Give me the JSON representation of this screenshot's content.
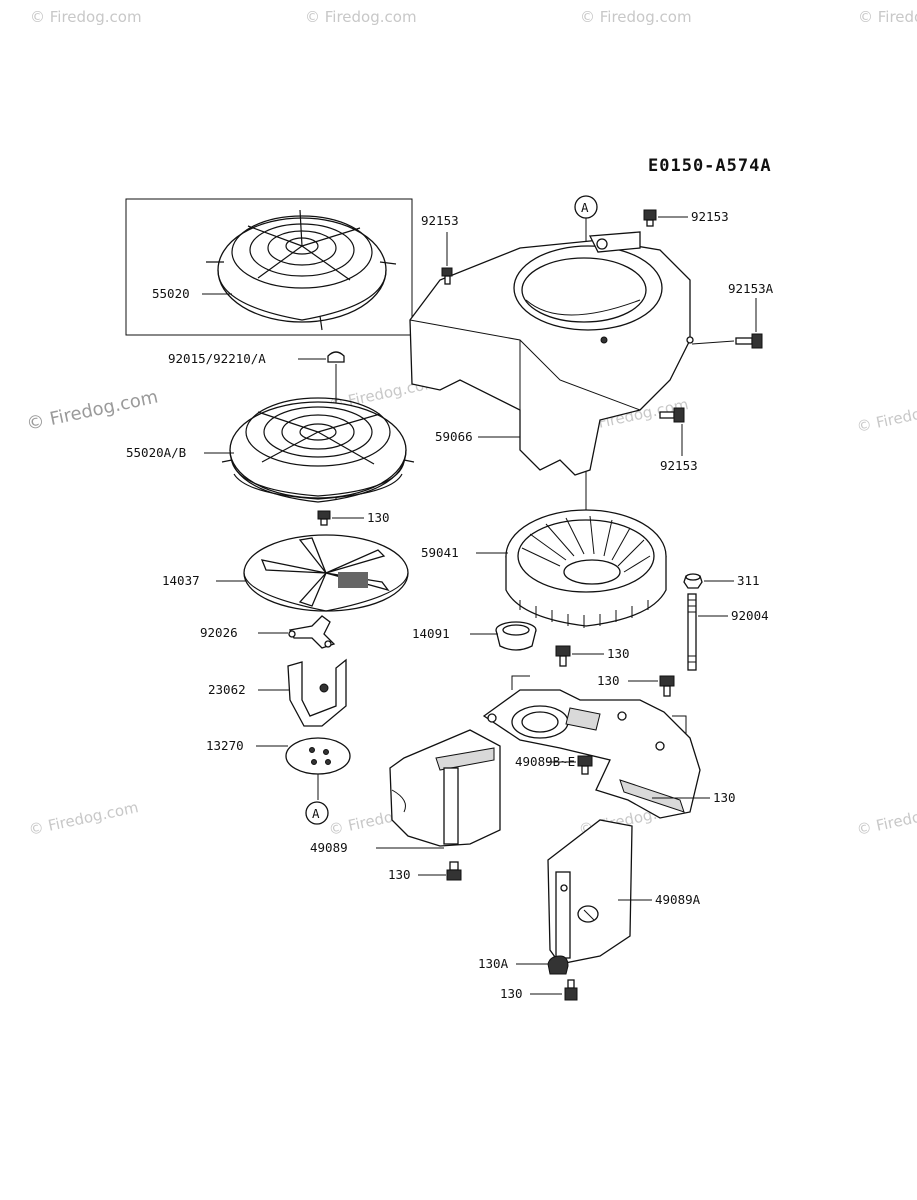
{
  "diagram_code": "E0150-A574A",
  "watermark": "© Firedog.com",
  "reference_marker": "A",
  "parts": [
    {
      "id": "p55020",
      "label": "55020"
    },
    {
      "id": "p92015",
      "label": "92015/92210/A"
    },
    {
      "id": "p55020ab",
      "label": "55020A/B"
    },
    {
      "id": "p130a",
      "label": "130"
    },
    {
      "id": "p14037",
      "label": "14037"
    },
    {
      "id": "p92026",
      "label": "92026"
    },
    {
      "id": "p23062",
      "label": "23062"
    },
    {
      "id": "p13270",
      "label": "13270"
    },
    {
      "id": "p49089",
      "label": "49089"
    },
    {
      "id": "p130b",
      "label": "130"
    },
    {
      "id": "p92153a",
      "label": "92153"
    },
    {
      "id": "p92153b",
      "label": "92153"
    },
    {
      "id": "p92153A",
      "label": "92153A"
    },
    {
      "id": "p59066",
      "label": "59066"
    },
    {
      "id": "p92153c",
      "label": "92153"
    },
    {
      "id": "p59041",
      "label": "59041"
    },
    {
      "id": "p311",
      "label": "311"
    },
    {
      "id": "p92004",
      "label": "92004"
    },
    {
      "id": "p14091",
      "label": "14091"
    },
    {
      "id": "p130c",
      "label": "130"
    },
    {
      "id": "p130d",
      "label": "130"
    },
    {
      "id": "p130e",
      "label": "130"
    },
    {
      "id": "p49089be",
      "label": "49089B~E"
    },
    {
      "id": "p49089a",
      "label": "49089A"
    },
    {
      "id": "p130A",
      "label": "130A"
    },
    {
      "id": "p130f",
      "label": "130"
    }
  ]
}
